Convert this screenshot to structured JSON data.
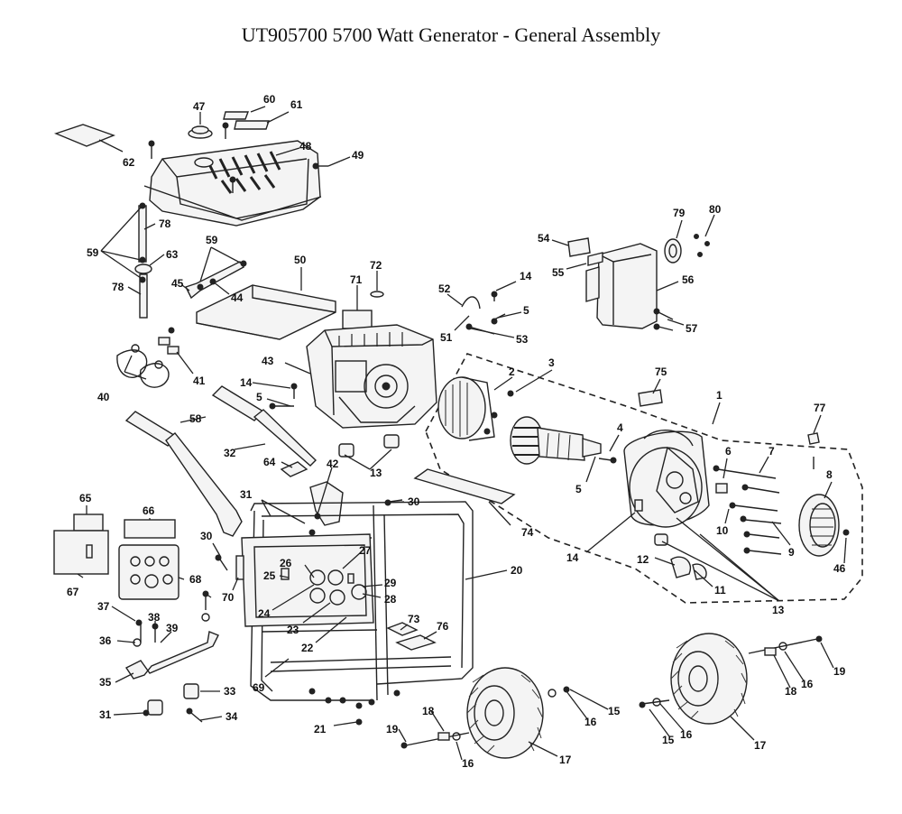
{
  "title": "UT905700 5700 Watt Generator - General Assembly",
  "callouts": [
    {
      "id": "c1",
      "text": "1"
    },
    {
      "id": "c2",
      "text": "2"
    },
    {
      "id": "c3",
      "text": "3"
    },
    {
      "id": "c4",
      "text": "4"
    },
    {
      "id": "c5a",
      "text": "5"
    },
    {
      "id": "c5b",
      "text": "5"
    },
    {
      "id": "c5c",
      "text": "5"
    },
    {
      "id": "c6",
      "text": "6"
    },
    {
      "id": "c7",
      "text": "7"
    },
    {
      "id": "c8",
      "text": "8"
    },
    {
      "id": "c9",
      "text": "9"
    },
    {
      "id": "c10",
      "text": "10"
    },
    {
      "id": "c11",
      "text": "11"
    },
    {
      "id": "c12",
      "text": "12"
    },
    {
      "id": "c13a",
      "text": "13"
    },
    {
      "id": "c13b",
      "text": "13"
    },
    {
      "id": "c14a",
      "text": "14"
    },
    {
      "id": "c14b",
      "text": "14"
    },
    {
      "id": "c14c",
      "text": "14"
    },
    {
      "id": "c15a",
      "text": "15"
    },
    {
      "id": "c15b",
      "text": "15"
    },
    {
      "id": "c16a",
      "text": "16"
    },
    {
      "id": "c16b",
      "text": "16"
    },
    {
      "id": "c16c",
      "text": "16"
    },
    {
      "id": "c16d",
      "text": "16"
    },
    {
      "id": "c17a",
      "text": "17"
    },
    {
      "id": "c17b",
      "text": "17"
    },
    {
      "id": "c18a",
      "text": "18"
    },
    {
      "id": "c18b",
      "text": "18"
    },
    {
      "id": "c19a",
      "text": "19"
    },
    {
      "id": "c19b",
      "text": "19"
    },
    {
      "id": "c20",
      "text": "20"
    },
    {
      "id": "c21",
      "text": "21"
    },
    {
      "id": "c22",
      "text": "22"
    },
    {
      "id": "c23",
      "text": "23"
    },
    {
      "id": "c24",
      "text": "24"
    },
    {
      "id": "c25",
      "text": "25"
    },
    {
      "id": "c26",
      "text": "26"
    },
    {
      "id": "c27",
      "text": "27"
    },
    {
      "id": "c28",
      "text": "28"
    },
    {
      "id": "c29",
      "text": "29"
    },
    {
      "id": "c30a",
      "text": "30"
    },
    {
      "id": "c30b",
      "text": "30"
    },
    {
      "id": "c31a",
      "text": "31"
    },
    {
      "id": "c31b",
      "text": "31"
    },
    {
      "id": "c32",
      "text": "32"
    },
    {
      "id": "c33",
      "text": "33"
    },
    {
      "id": "c34",
      "text": "34"
    },
    {
      "id": "c35",
      "text": "35"
    },
    {
      "id": "c36",
      "text": "36"
    },
    {
      "id": "c37",
      "text": "37"
    },
    {
      "id": "c38",
      "text": "38"
    },
    {
      "id": "c39",
      "text": "39"
    },
    {
      "id": "c40",
      "text": "40"
    },
    {
      "id": "c41",
      "text": "41"
    },
    {
      "id": "c42",
      "text": "42"
    },
    {
      "id": "c43",
      "text": "43"
    },
    {
      "id": "c44",
      "text": "44"
    },
    {
      "id": "c45",
      "text": "45"
    },
    {
      "id": "c46",
      "text": "46"
    },
    {
      "id": "c47",
      "text": "47"
    },
    {
      "id": "c48",
      "text": "48"
    },
    {
      "id": "c49",
      "text": "49"
    },
    {
      "id": "c50",
      "text": "50"
    },
    {
      "id": "c51",
      "text": "51"
    },
    {
      "id": "c52",
      "text": "52"
    },
    {
      "id": "c53",
      "text": "53"
    },
    {
      "id": "c54",
      "text": "54"
    },
    {
      "id": "c55",
      "text": "55"
    },
    {
      "id": "c56",
      "text": "56"
    },
    {
      "id": "c57",
      "text": "57"
    },
    {
      "id": "c58",
      "text": "58"
    },
    {
      "id": "c59a",
      "text": "59"
    },
    {
      "id": "c59b",
      "text": "59"
    },
    {
      "id": "c60",
      "text": "60"
    },
    {
      "id": "c61",
      "text": "61"
    },
    {
      "id": "c62",
      "text": "62"
    },
    {
      "id": "c63",
      "text": "63"
    },
    {
      "id": "c64",
      "text": "64"
    },
    {
      "id": "c65",
      "text": "65"
    },
    {
      "id": "c66",
      "text": "66"
    },
    {
      "id": "c67",
      "text": "67"
    },
    {
      "id": "c68",
      "text": "68"
    },
    {
      "id": "c69",
      "text": "69"
    },
    {
      "id": "c70",
      "text": "70"
    },
    {
      "id": "c71",
      "text": "71"
    },
    {
      "id": "c72",
      "text": "72"
    },
    {
      "id": "c73",
      "text": "73"
    },
    {
      "id": "c74",
      "text": "74"
    },
    {
      "id": "c75",
      "text": "75"
    },
    {
      "id": "c76",
      "text": "76"
    },
    {
      "id": "c77",
      "text": "77"
    },
    {
      "id": "c78a",
      "text": "78"
    },
    {
      "id": "c78b",
      "text": "78"
    },
    {
      "id": "c79",
      "text": "79"
    },
    {
      "id": "c80",
      "text": "80"
    }
  ]
}
